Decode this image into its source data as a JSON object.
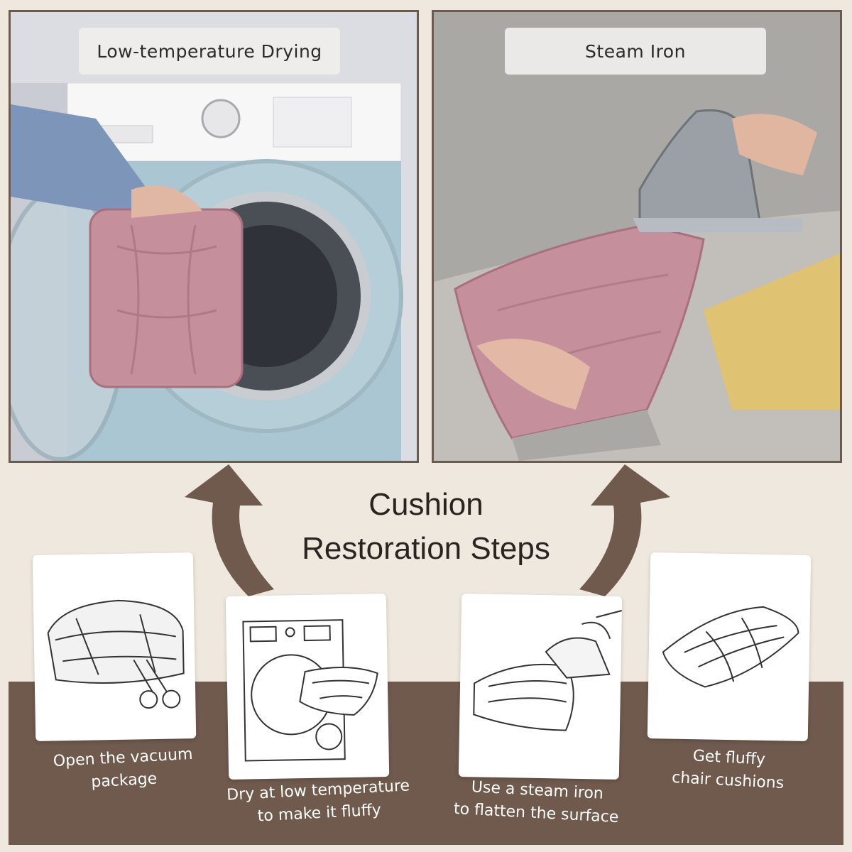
{
  "photos": {
    "left_label": "Low-temperature Drying",
    "right_label": "Steam Iron"
  },
  "title": {
    "line1": "Cushion",
    "line2": "Restoration Steps"
  },
  "steps": [
    {
      "caption_line1": "Open the vacuum",
      "caption_line2": "package",
      "illustration": "vacuum-package-scissors-icon"
    },
    {
      "caption_line1": "Dry at low temperature",
      "caption_line2": "to make it fluffy",
      "illustration": "washing-machine-cushion-icon"
    },
    {
      "caption_line1": "Use a steam iron",
      "caption_line2": "to flatten the surface",
      "illustration": "steam-iron-cushion-icon"
    },
    {
      "caption_line1": "Get fluffy",
      "caption_line2": "chair cushions",
      "illustration": "fluffy-cushion-icon"
    }
  ],
  "colors": {
    "background": "#efe8de",
    "band": "#6f5a4d",
    "arrow": "#6f5a4d",
    "cushion": "#c58f9b"
  }
}
